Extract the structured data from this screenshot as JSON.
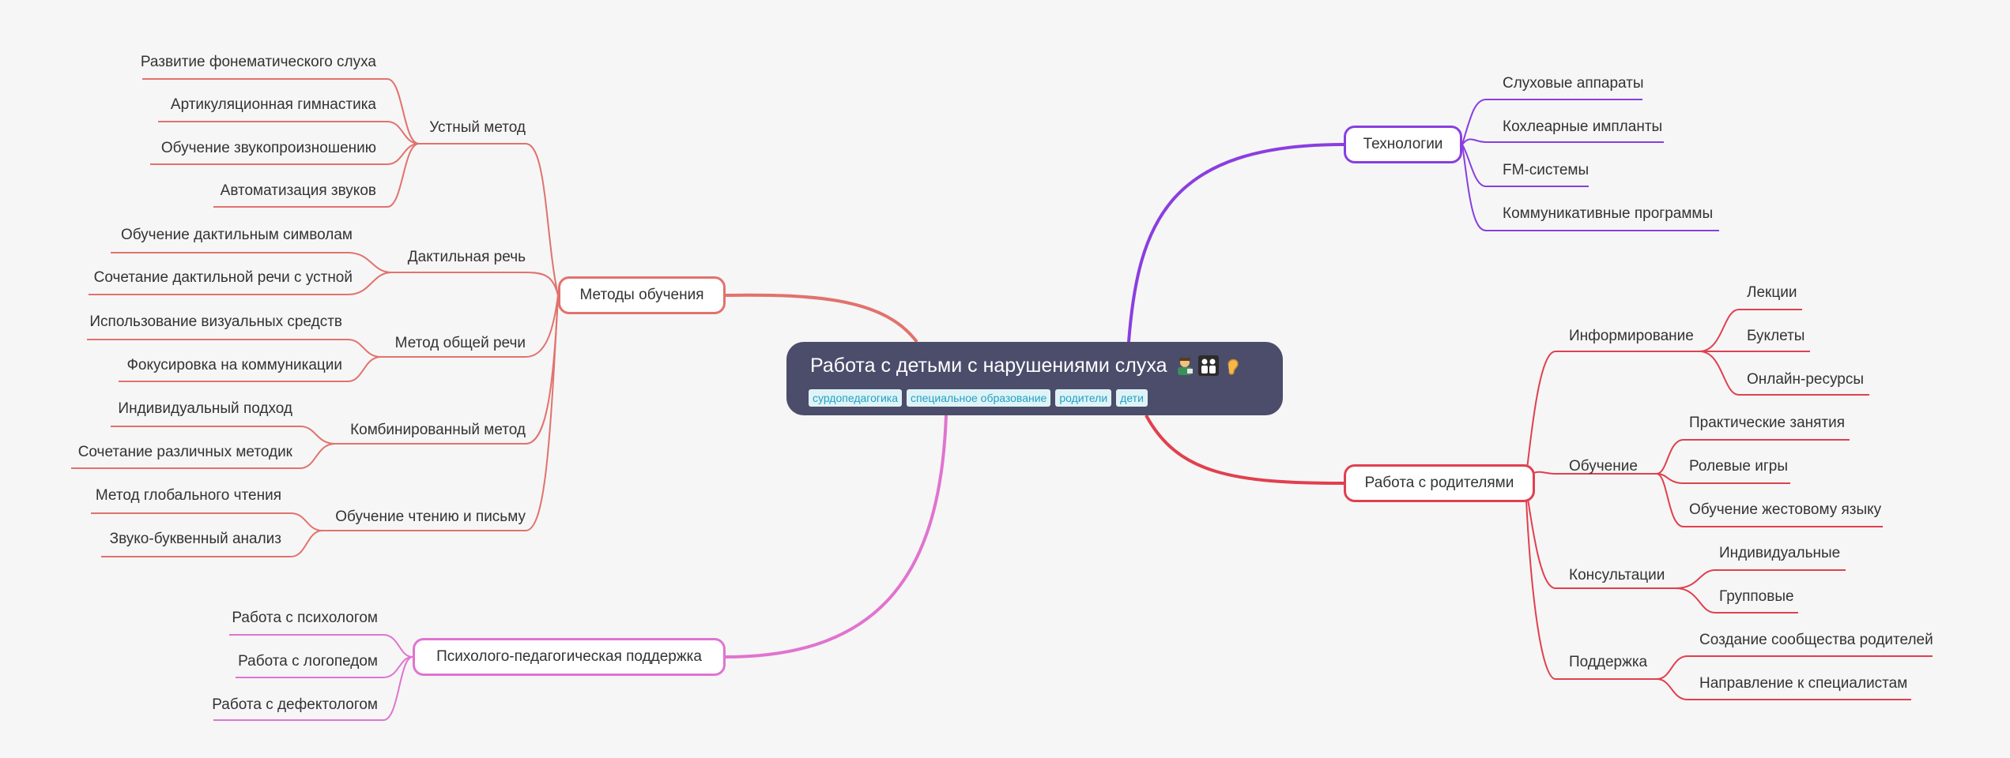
{
  "root": {
    "title": "Работа с детьми с нарушениями слуха",
    "icons": [
      "teacher-emoji",
      "family-emoji",
      "ear-emoji"
    ],
    "tags": [
      "сурдопедагогика",
      "специальное образование",
      "родители",
      "дети"
    ]
  },
  "branches": {
    "methods": {
      "label": "Методы обучения",
      "color": "#e1726d",
      "groups": [
        {
          "label": "Устный метод",
          "items": [
            "Развитие фонематического слуха",
            "Артикуляционная гимнастика",
            "Обучение звукопроизношению",
            "Автоматизация звуков"
          ]
        },
        {
          "label": "Дактильная речь",
          "items": [
            "Обучение дактильным символам",
            "Сочетание дактильной речи с устной"
          ]
        },
        {
          "label": "Метод общей речи",
          "items": [
            "Использование визуальных средств",
            "Фокусировка на коммуникации"
          ]
        },
        {
          "label": "Комбинированный метод",
          "items": [
            "Индивидуальный подход",
            "Сочетание различных методик"
          ]
        },
        {
          "label": "Обучение чтению и письму",
          "items": [
            "Метод глобального чтения",
            "Звуко-буквенный анализ"
          ]
        }
      ]
    },
    "support": {
      "label": "Психолого-педагогическая поддержка",
      "color": "#e074cf",
      "items": [
        "Работа с психологом",
        "Работа с логопедом",
        "Работа с дефектологом"
      ]
    },
    "tech": {
      "label": "Технологии",
      "color": "#8a3ee0",
      "items": [
        "Слуховые аппараты",
        "Кохлеарные импланты",
        "FM-системы",
        "Коммуникативные программы"
      ]
    },
    "parents": {
      "label": "Работа с родителями",
      "color": "#e0404f",
      "groups": [
        {
          "label": "Информирование",
          "items": [
            "Лекции",
            "Буклеты",
            "Онлайн-ресурсы"
          ]
        },
        {
          "label": "Обучение",
          "items": [
            "Практические занятия",
            "Ролевые игры",
            "Обучение жестовому языку"
          ]
        },
        {
          "label": "Консультации",
          "items": [
            "Индивидуальные",
            "Групповые"
          ]
        },
        {
          "label": "Поддержка",
          "items": [
            "Создание сообщества родителей",
            "Направление к специалистам"
          ]
        }
      ]
    }
  }
}
